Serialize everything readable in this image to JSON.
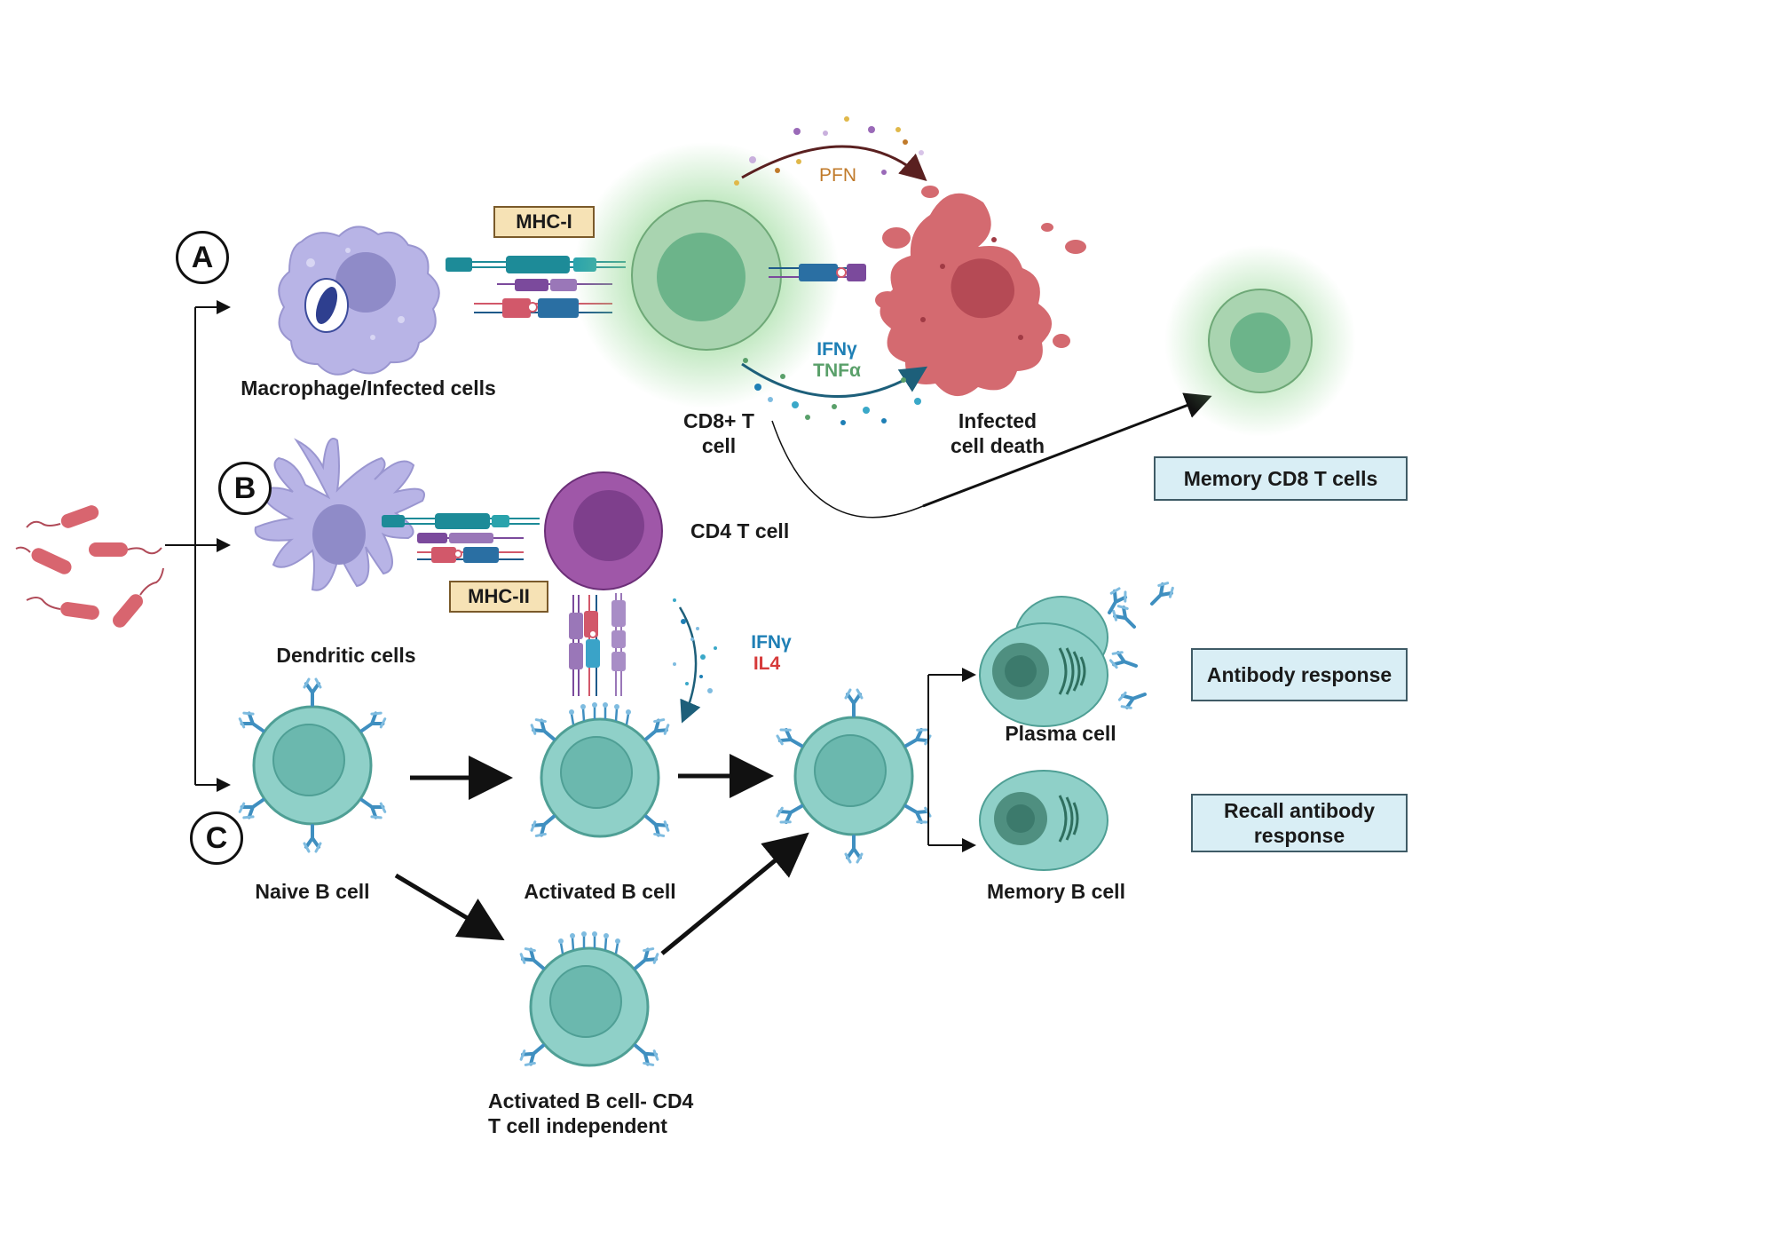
{
  "colors": {
    "bacteria": "#d8656f",
    "macrophage": "#b8b4e6",
    "macrophage_nucleus": "#8f8bc8",
    "cd8": "#a9d4b0",
    "cd8_nucleus": "#6cb48a",
    "glow": "#8fd68f",
    "infected": "#d46a70",
    "cd4": "#9f57a8",
    "cd4_nucleus": "#7e3f8c",
    "bcell": "#8fd0c8",
    "bcell_nucleus": "#6bb8ae",
    "antibody": "#3f8fc0",
    "mhc_teal": "#1d8b98",
    "tcr_blue": "#2a6fa3",
    "tcr_purple": "#7b4a9c",
    "tcr_red": "#d2586a",
    "ifng": "#1e7fb5",
    "tnfa": "#5aa06a",
    "il4": "#d63a3a",
    "pfn": "#c07a2a",
    "mhc_box_fill": "#f6e2b5",
    "out_box_fill": "#d9eef5"
  },
  "badges": {
    "a": "A",
    "b": "B",
    "c": "C"
  },
  "mhc": {
    "class1": "MHC-I",
    "class2": "MHC-II"
  },
  "labels": {
    "macrophage": "Macrophage/Infected cells",
    "cd8_line1": "CD8+ T",
    "cd8_line2": "cell",
    "infected_line1": "Infected",
    "infected_line2": "cell death",
    "dendritic": "Dendritic cells",
    "cd4": "CD4 T cell",
    "naive_b": "Naive B cell",
    "activated_b": "Activated B cell",
    "activated_b_ind_line1": "Activated B cell- CD4",
    "activated_b_ind_line2": "T cell independent",
    "plasma": "Plasma cell",
    "memory_b": "Memory B cell"
  },
  "cytokines": {
    "pfn": "PFN",
    "ifng_top": "IFNγ",
    "tnfa": "TNFα",
    "ifng_mid": "IFNγ",
    "il4": "IL4"
  },
  "outcomes": {
    "memory_cd8": "Memory CD8 T cells",
    "antibody": "Antibody response",
    "recall_line1": "Recall antibody",
    "recall_line2": "response"
  },
  "icons": [
    "bacteria-icon",
    "macrophage-icon",
    "cd8-t-cell-icon",
    "infected-cell-icon",
    "memory-cd8-icon",
    "dendritic-cell-icon",
    "cd4-t-cell-icon",
    "b-cell-icon",
    "plasma-cell-icon",
    "memory-b-cell-icon",
    "antibody-icon",
    "receptor-icon"
  ]
}
